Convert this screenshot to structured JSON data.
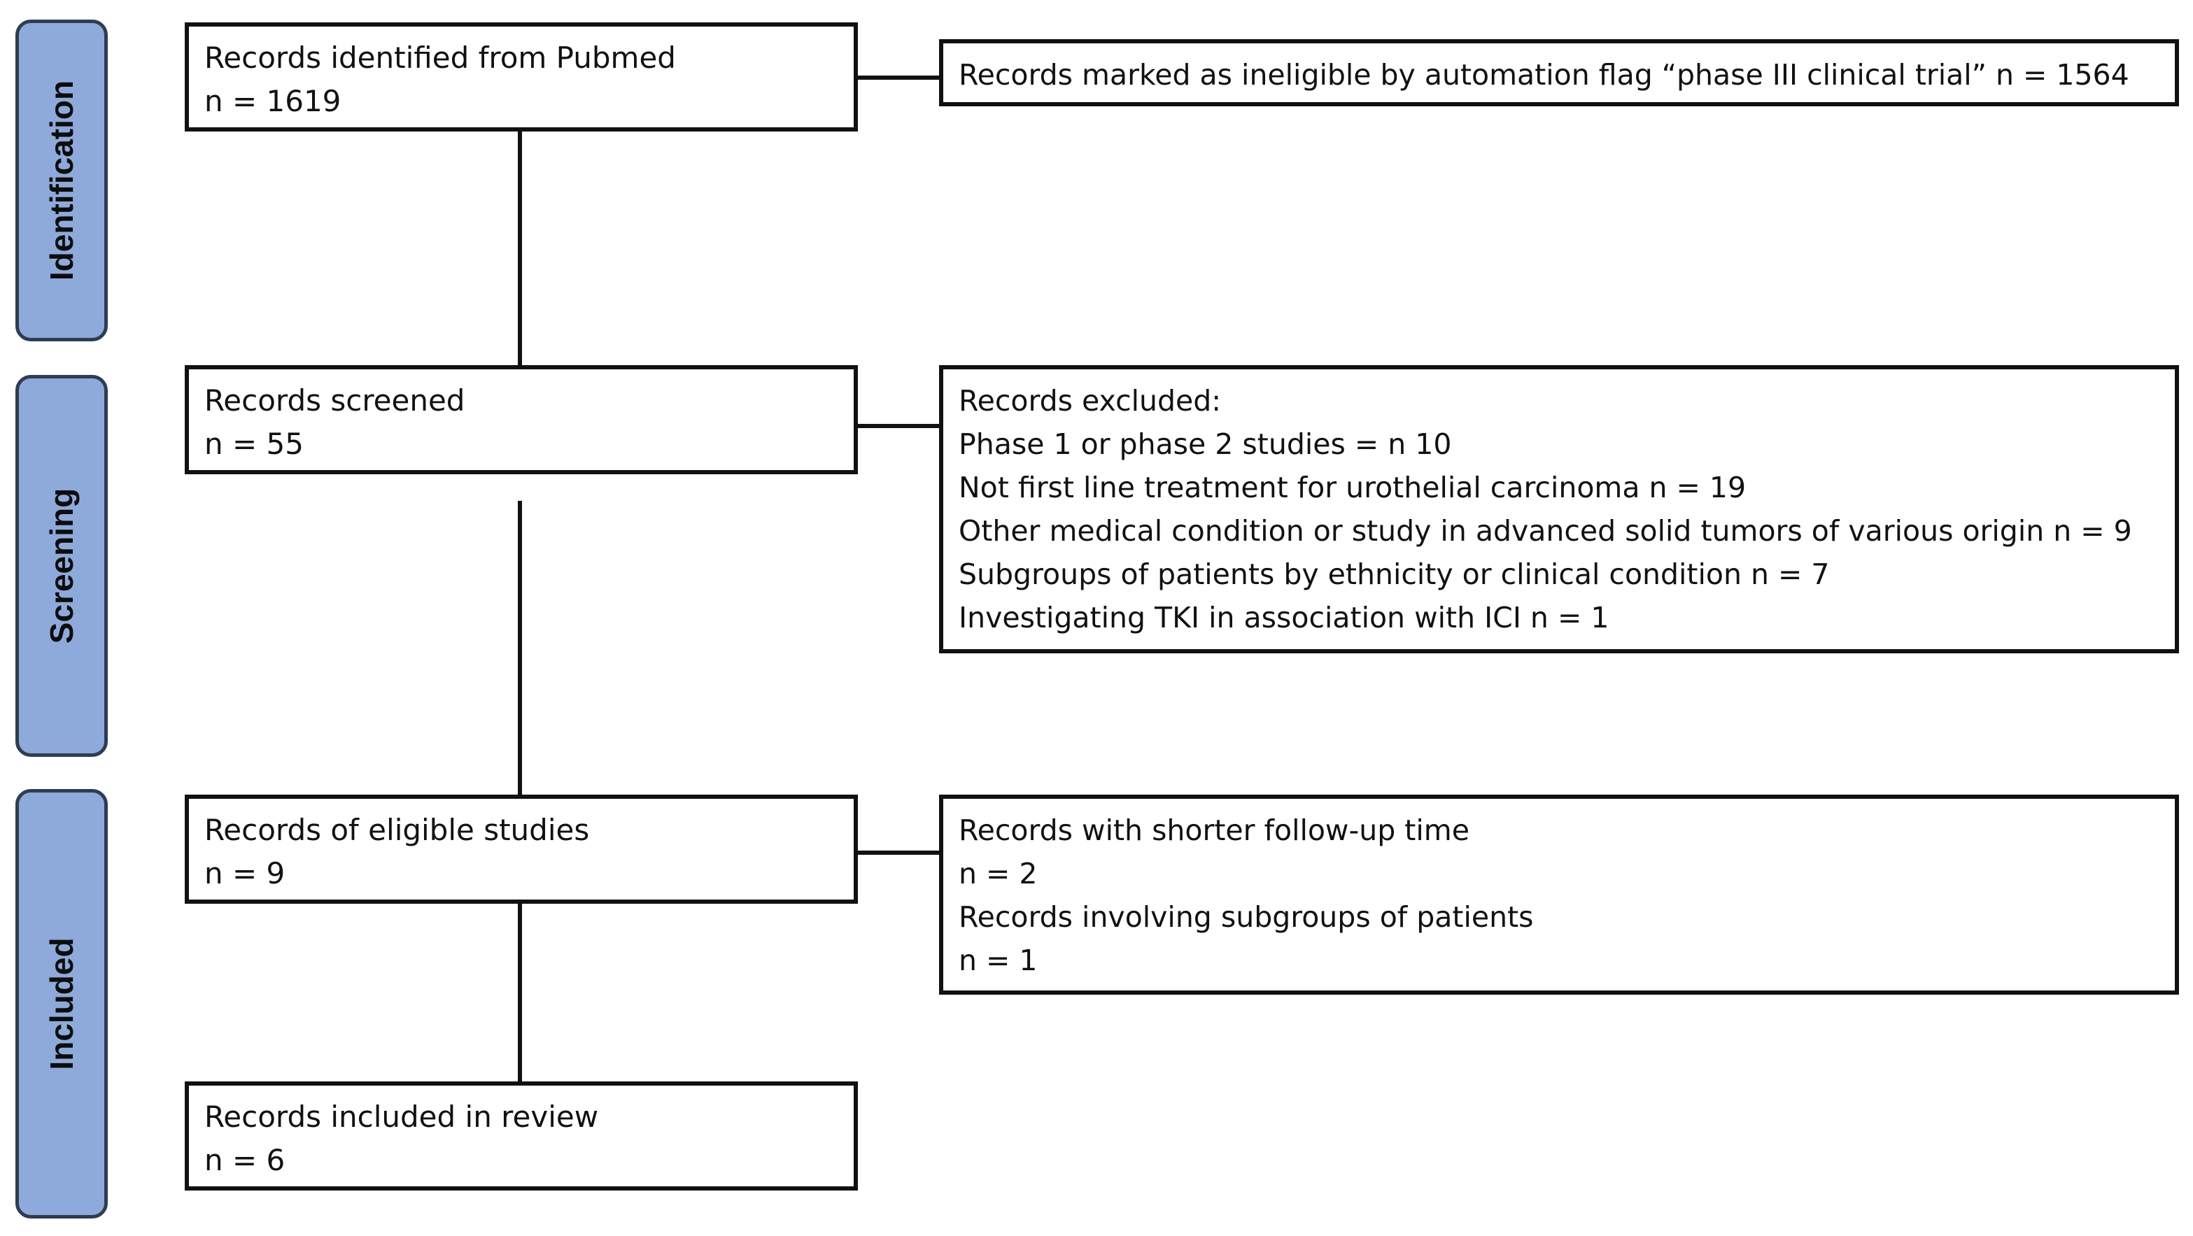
{
  "stages": {
    "identification": "Identification",
    "screening": "Screening",
    "included": "Included"
  },
  "boxes": {
    "identified": [
      "Records identified from Pubmed",
      "n = 1619"
    ],
    "ineligible": [
      "Records marked as ineligible by automation flag “phase III clinical trial” n = 1564"
    ],
    "screened": [
      "Records screened",
      "n = 55"
    ],
    "excluded": [
      "Records excluded:",
      "Phase 1 or phase 2 studies = n 10",
      "Not first line treatment for urothelial carcinoma n = 19",
      "Other medical condition or study in advanced solid tumors of various origin n = 9",
      "Subgroups of patients by ethnicity or clinical condition n = 7",
      "Investigating TKI in association with ICI n = 1"
    ],
    "eligible": [
      "Records of eligible studies",
      "n = 9"
    ],
    "followup": [
      "Records with shorter follow-up time",
      "n = 2",
      "Records involving subgroups of patients",
      "n = 1"
    ],
    "review": [
      "Records included in review",
      "n = 6"
    ]
  },
  "colors": {
    "stage_fill": "#8eaadb",
    "stage_border": "#2f3c52",
    "line": "#111111"
  }
}
